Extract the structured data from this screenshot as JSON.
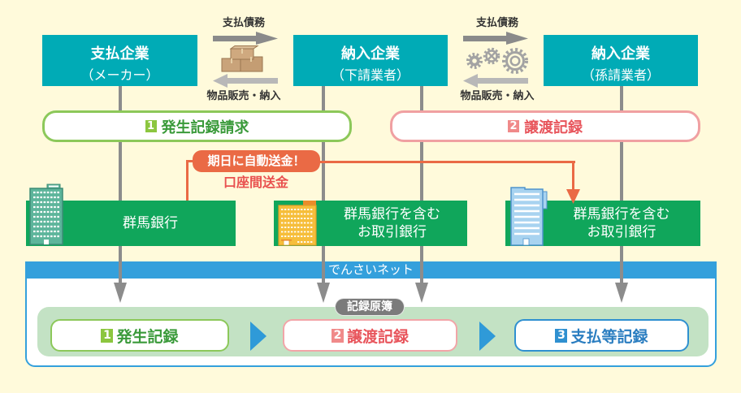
{
  "companies": [
    {
      "name": "支払企業",
      "sub": "（メーカー）"
    },
    {
      "name": "納入企業",
      "sub": "（下請業者）"
    },
    {
      "name": "納入企業",
      "sub": "（孫請業者）"
    }
  ],
  "flows": [
    {
      "top_label": "支払債務",
      "bottom_label": "物品販売・納入",
      "icon": "cardboard-boxes-icon"
    },
    {
      "top_label": "支払債務",
      "bottom_label": "物品販売・納入",
      "icon": "gears-icon"
    }
  ],
  "requests": [
    {
      "num": "1",
      "label": "発生記録請求"
    },
    {
      "num": "2",
      "label": "譲渡記録"
    }
  ],
  "transfer": {
    "badge": "期日に自動送金！",
    "label": "口座間送金"
  },
  "banks": [
    {
      "line1": "群馬銀行",
      "icon": "teal-building-icon"
    },
    {
      "line1": "群馬銀行を含む",
      "line2": "お取引銀行",
      "icon": "yellow-building-icon"
    },
    {
      "line1": "群馬銀行を含む",
      "line2": "お取引銀行",
      "icon": "blue-building-icon"
    }
  ],
  "network": {
    "title": "でんさいネット",
    "ledger_label": "記録原簿"
  },
  "records": [
    {
      "num": "1",
      "label": "発生記録"
    },
    {
      "num": "2",
      "label": "譲渡記録"
    },
    {
      "num": "3",
      "label": "支払等記録"
    }
  ],
  "colors": {
    "background": "#fffadb",
    "company": "#00abb6",
    "bank": "#10a65b",
    "connector": "#8c8c8c",
    "green_accent": "#8cc85a",
    "green_text": "#3a9a3a",
    "pink_accent": "#f0a0a2",
    "pink_text": "#e8555c",
    "blue_accent": "#2f90d0",
    "blue_text": "#2a7dc0",
    "transfer": "#ea6a45",
    "network": "#34a0dc",
    "ledger_area": "#c3e2c4"
  }
}
